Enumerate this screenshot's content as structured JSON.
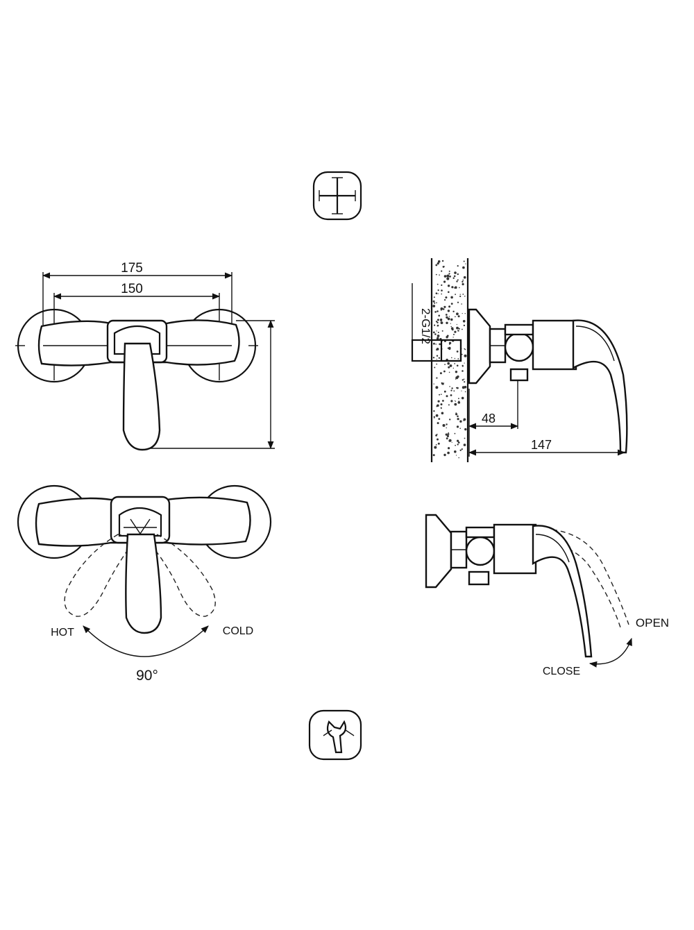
{
  "dimensions": {
    "overall_width": "175",
    "center_distance": "150",
    "wall_to_inlet": "48",
    "wall_to_spout": "147",
    "thread": "2-G1/2"
  },
  "handle_rotation": {
    "hot": "HOT",
    "cold": "COLD",
    "angle": "90°"
  },
  "lever_action": {
    "open": "OPEN",
    "close": "CLOSE"
  },
  "icons": {
    "top": "crosshair-install-icon",
    "bottom": "wrench-install-icon"
  }
}
